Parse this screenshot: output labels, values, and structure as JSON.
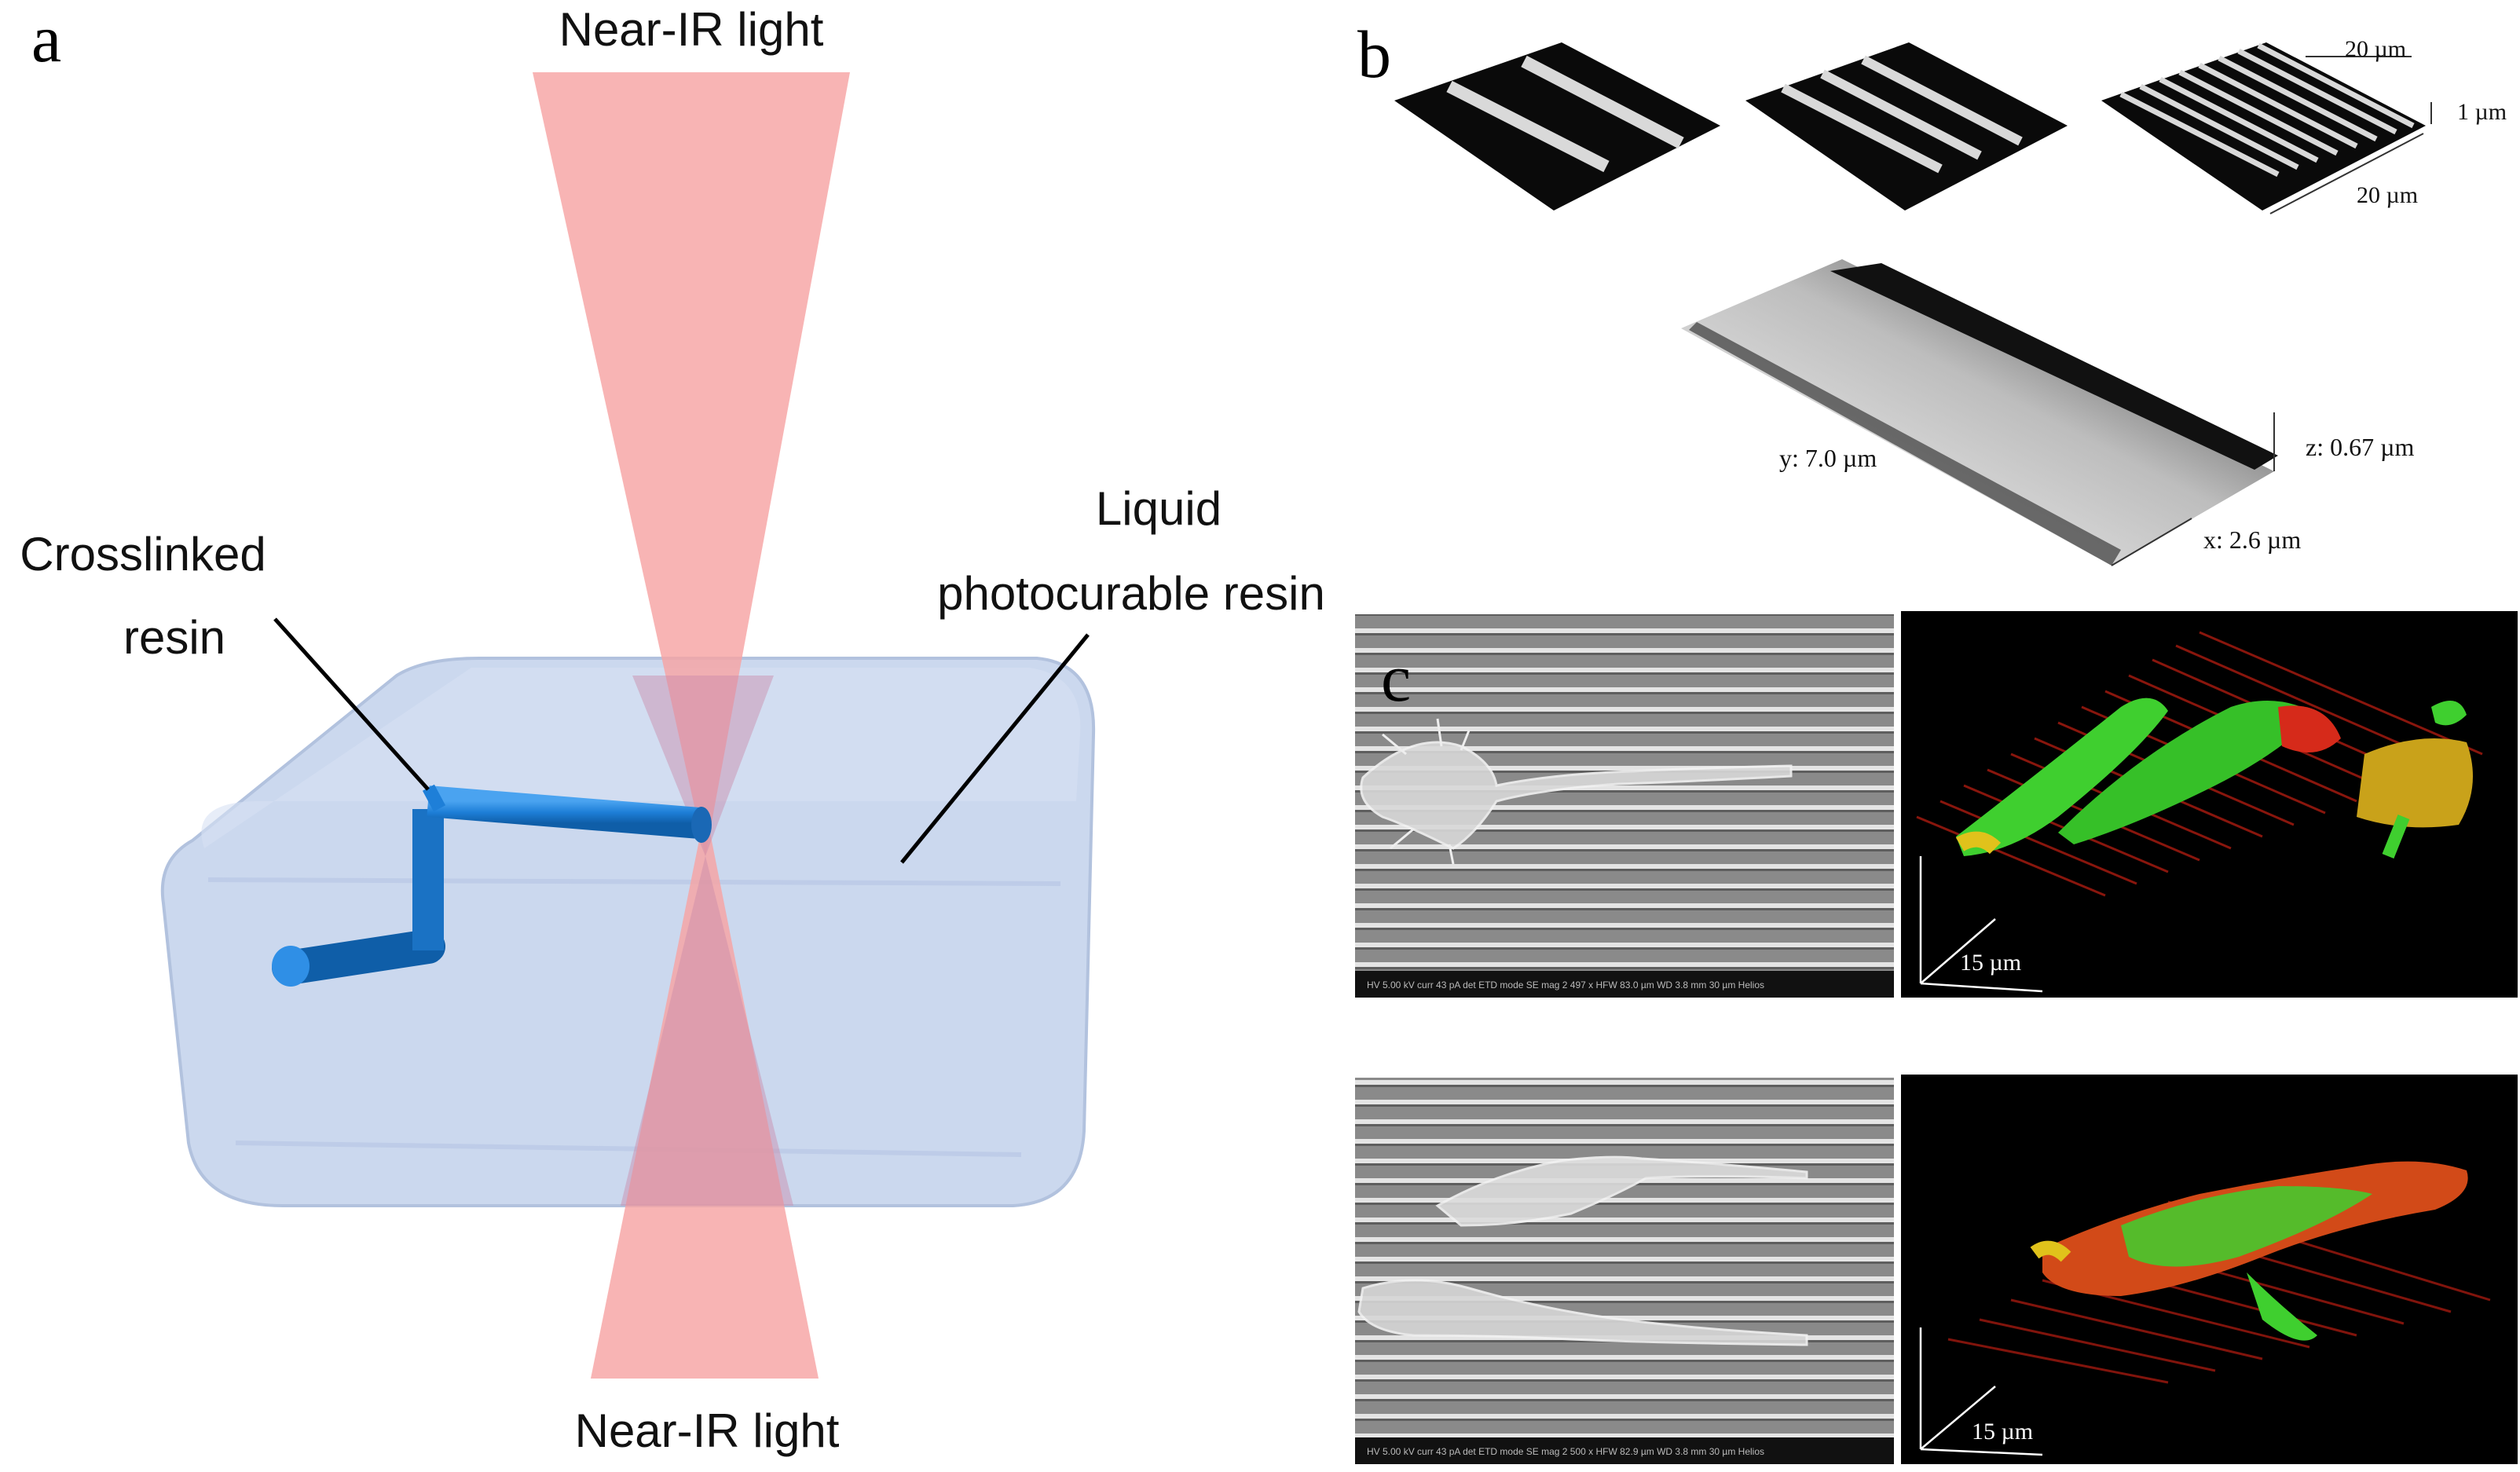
{
  "panels": {
    "a": {
      "letter": "a",
      "light_top": "Near-IR light",
      "light_bottom": "Near-IR light",
      "label_crosslinked_line1": "Crosslinked",
      "label_crosslinked_line2": "resin",
      "label_liquid_line1": "Liquid",
      "label_liquid_line2": "photocurable resin"
    },
    "b": {
      "letter": "b",
      "dim_width": "20 µm",
      "dim_height": "1 µm",
      "dim_depth": "20 µm",
      "ridge_y": "y: 7.0 µm",
      "ridge_z": "z: 0.67 µm",
      "ridge_x": "x: 2.6 µm"
    },
    "c": {
      "letter": "c",
      "scale_top": "15 µm",
      "scale_bottom": "15 µm",
      "sem_info_top": "HV 5.00 kV  curr 43 pA  det ETD  mode SE  mag 2 497 x  HFW 83.0 µm  WD 3.8 mm      30 µm   Helios",
      "sem_info_bottom": "HV 5.00 kV  curr 43 pA  det ETD  mode SE  mag 2 500 x  HFW 82.9 µm  WD 3.8 mm      30 µm   Helios"
    }
  },
  "colors": {
    "beam": "#f7a3a3",
    "resin_block": "#c9d6ee",
    "crosslinked": "#1e7fd8",
    "fluor_green": "#3fcf2f",
    "fluor_red": "#d62a1a"
  }
}
